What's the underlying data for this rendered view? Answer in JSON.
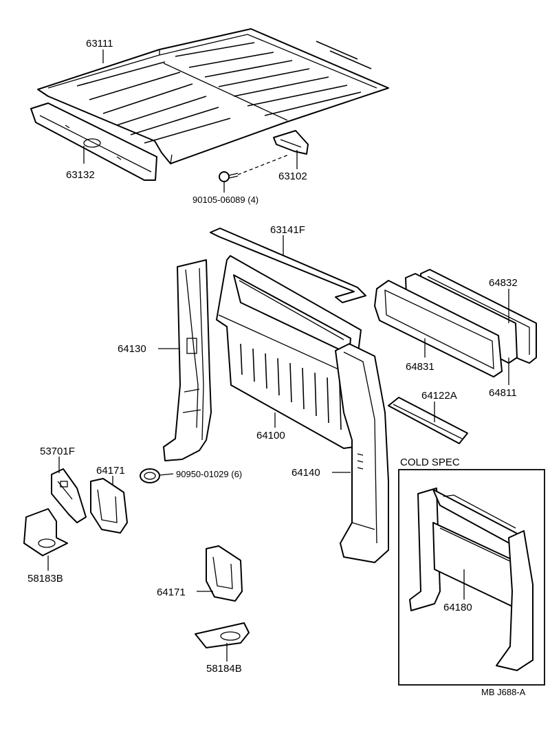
{
  "parts": {
    "roof_panel": "63111",
    "roof_front_rail": "63132",
    "roof_rear_rail": "63102",
    "roof_screw": "90105-06089 (4)",
    "back_window_weatherstrip": "63141F",
    "back_glass_weatherstrip": "64832",
    "back_glass": "64831",
    "back_glass_molding": "64811",
    "back_panel_rail": "64122A",
    "rear_corner_pillar_left": "64130",
    "back_panel": "64100",
    "rear_corner_pillar_right": "64140",
    "plug": "90950-01029 (6)",
    "bracket_upper": "53701F",
    "extension_left": "64171",
    "floor_bracket_left": "58183B",
    "extension_lower": "64171",
    "floor_bracket_right": "58184B",
    "cold_spec_panel": "64180"
  },
  "inset": {
    "title": "COLD SPEC"
  },
  "footer": {
    "code": "MB  J688-A"
  }
}
